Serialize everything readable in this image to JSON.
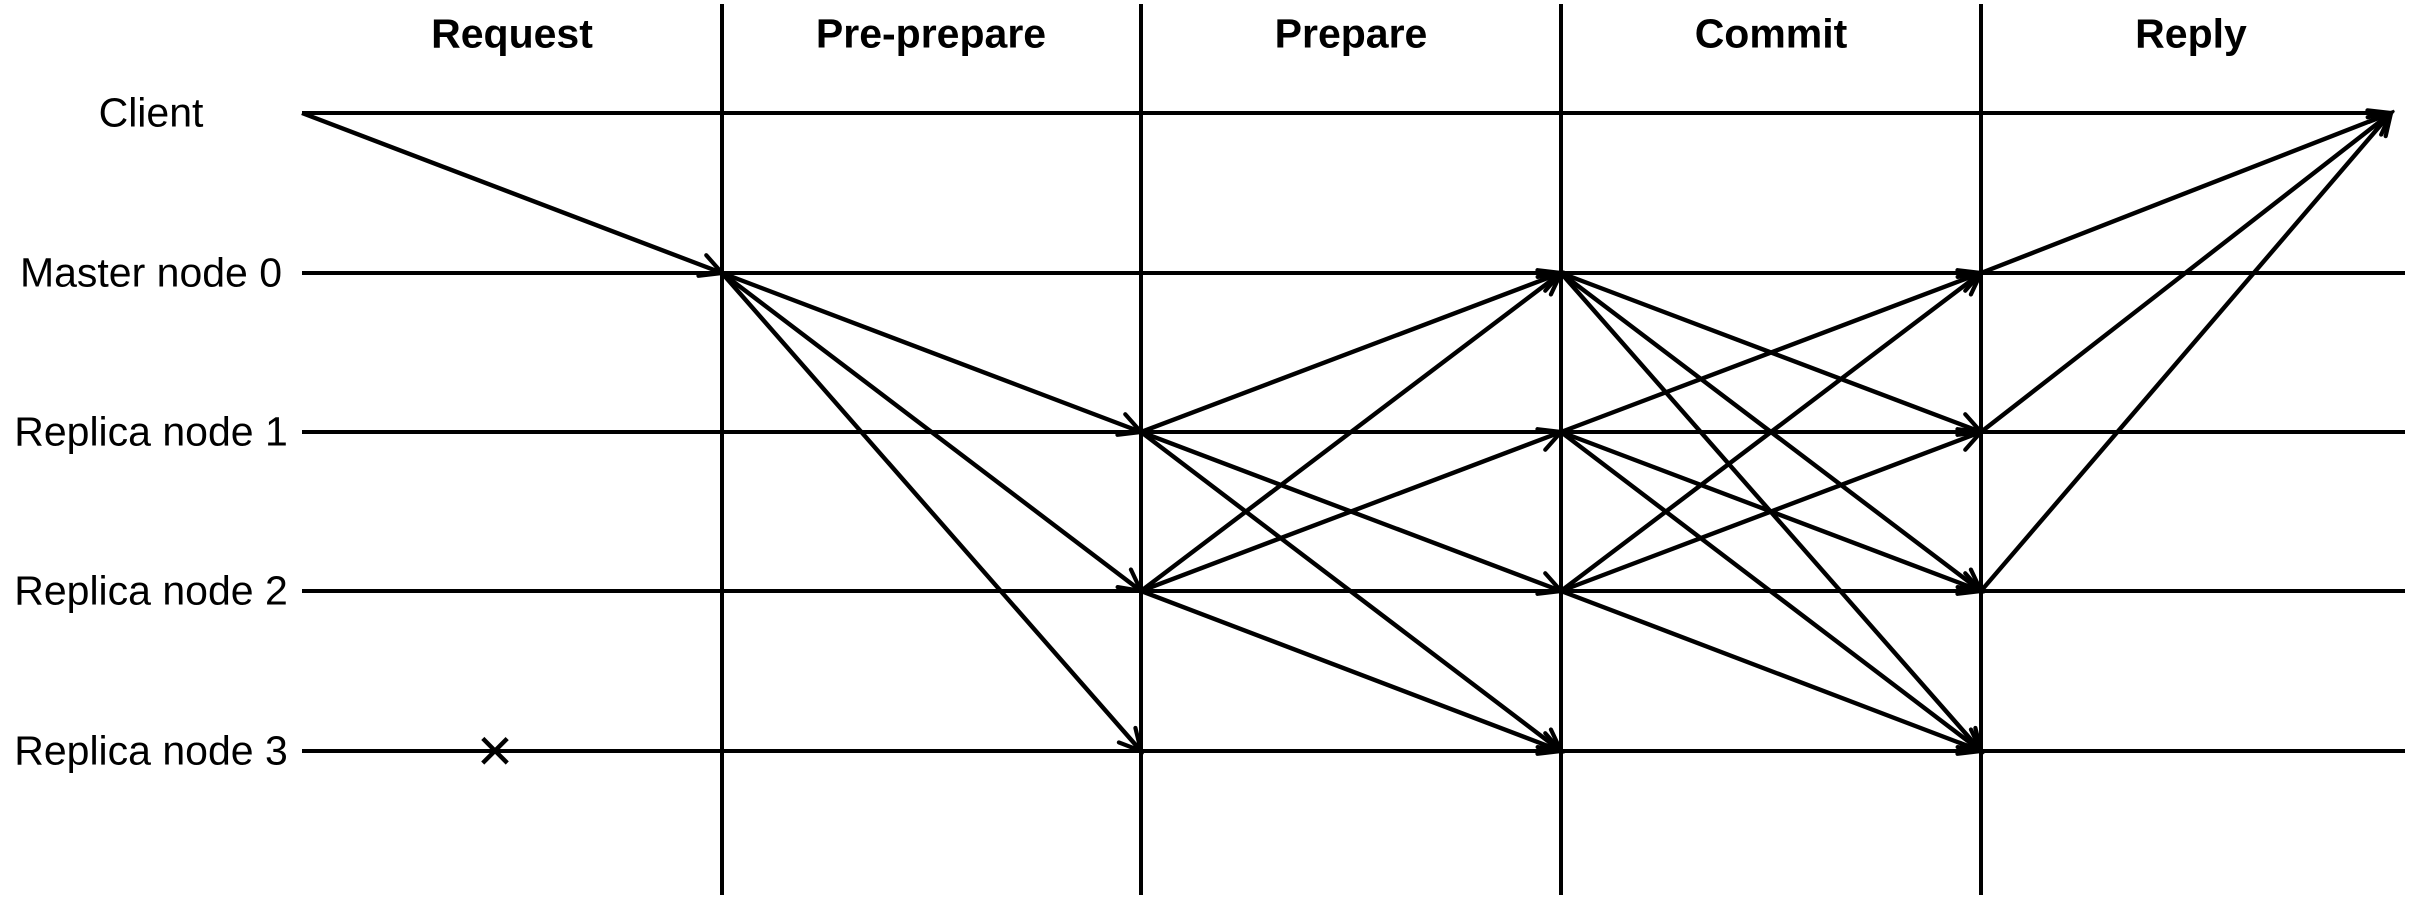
{
  "figure": {
    "background_color": "#ffffff",
    "line_color": "#000000",
    "phases": [
      "Request",
      "Pre-prepare",
      "Prepare",
      "Commit",
      "Reply"
    ],
    "nodes": [
      "Client",
      "Master node 0",
      "Replica node 1",
      "Replica node 2",
      "Replica node 3"
    ],
    "fault_marker": {
      "symbol": "×",
      "node": "Replica node 3",
      "phase": "Request",
      "meaning": "faulty-node-mark"
    },
    "messages": [
      {
        "phase": "Request",
        "from": "Client",
        "to": "Master node 0"
      },
      {
        "phase": "Pre-prepare",
        "from": "Master node 0",
        "to": "Replica node 1"
      },
      {
        "phase": "Pre-prepare",
        "from": "Master node 0",
        "to": "Replica node 2"
      },
      {
        "phase": "Pre-prepare",
        "from": "Master node 0",
        "to": "Replica node 3"
      },
      {
        "phase": "Prepare",
        "from": "Replica node 1",
        "to": "Master node 0"
      },
      {
        "phase": "Prepare",
        "from": "Replica node 1",
        "to": "Replica node 2"
      },
      {
        "phase": "Prepare",
        "from": "Replica node 1",
        "to": "Replica node 3"
      },
      {
        "phase": "Prepare",
        "from": "Replica node 2",
        "to": "Master node 0"
      },
      {
        "phase": "Prepare",
        "from": "Replica node 2",
        "to": "Replica node 1"
      },
      {
        "phase": "Prepare",
        "from": "Replica node 2",
        "to": "Replica node 3"
      },
      {
        "phase": "Commit",
        "from": "Master node 0",
        "to": "Replica node 1"
      },
      {
        "phase": "Commit",
        "from": "Master node 0",
        "to": "Replica node 2"
      },
      {
        "phase": "Commit",
        "from": "Master node 0",
        "to": "Replica node 3"
      },
      {
        "phase": "Commit",
        "from": "Replica node 1",
        "to": "Master node 0"
      },
      {
        "phase": "Commit",
        "from": "Replica node 1",
        "to": "Replica node 2"
      },
      {
        "phase": "Commit",
        "from": "Replica node 1",
        "to": "Replica node 3"
      },
      {
        "phase": "Commit",
        "from": "Replica node 2",
        "to": "Master node 0"
      },
      {
        "phase": "Commit",
        "from": "Replica node 2",
        "to": "Replica node 1"
      },
      {
        "phase": "Commit",
        "from": "Replica node 2",
        "to": "Replica node 3"
      },
      {
        "phase": "Reply",
        "from": "Master node 0",
        "to": "Client"
      },
      {
        "phase": "Reply",
        "from": "Replica node 1",
        "to": "Client"
      },
      {
        "phase": "Reply",
        "from": "Replica node 2",
        "to": "Client"
      }
    ]
  }
}
